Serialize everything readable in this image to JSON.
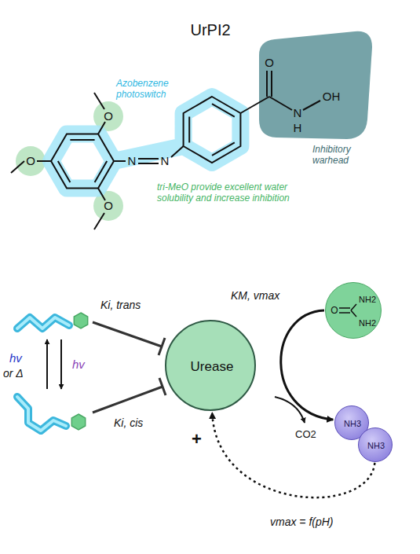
{
  "diagram": {
    "nodes": [
      {
        "text": [
          "Urease"
        ]
      },
      {
        "text": [
          "O",
          "NH2",
          "NH2"
        ]
      },
      {
        "text": [
          "NH3"
        ]
      },
      {
        "text": [
          "NH3"
        ]
      }
    ],
    "edges": [
      {
        "from": 1,
        "to": 2,
        "arrow": "to",
        "label": "KM, vmax"
      },
      {
        "from": 3,
        "to": 0,
        "arrow": "to",
        "label": "vmax = f(pH)"
      }
    ],
    "labels": [
      "UrPI2",
      "Azobenzene photoswitch",
      "O",
      "O",
      "O",
      "N",
      "N",
      "O",
      "N",
      "H",
      "OH",
      "Inhibitory warhead",
      "tri-MeO provide excellent water solubility and increase inhibition",
      "hv",
      "or Δ",
      "hv",
      "Ki, trans",
      "Ki, cis",
      "CO2",
      "+"
    ]
  }
}
